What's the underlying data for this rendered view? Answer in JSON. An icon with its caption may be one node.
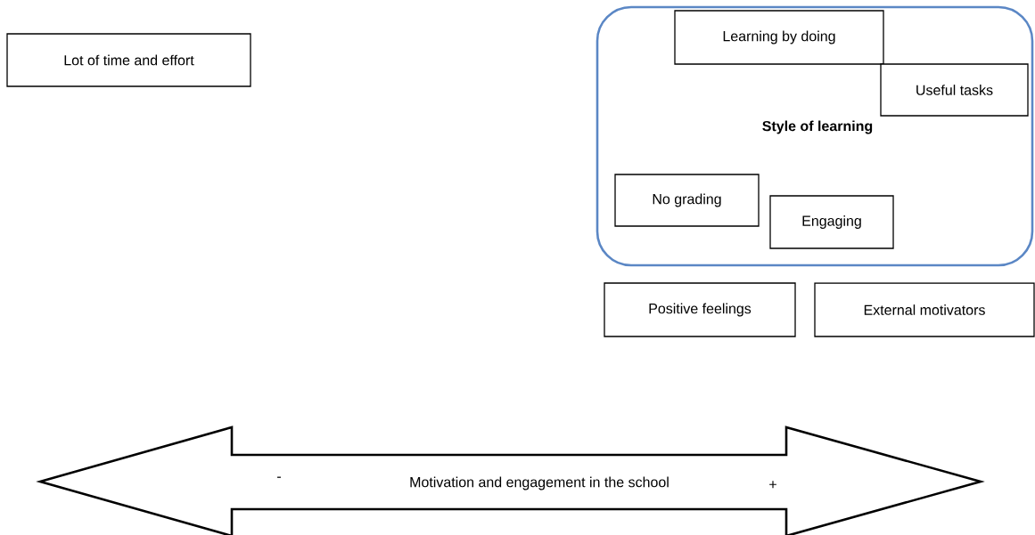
{
  "diagram": {
    "nodes": [
      {
        "text": [
          "Lot of time and effort"
        ]
      },
      {
        "text": [
          "Style of learning"
        ]
      },
      {
        "text": [
          "Learning by doing"
        ],
        "in": 1
      },
      {
        "text": [
          "Useful tasks"
        ],
        "in": 1
      },
      {
        "text": [
          "No grading"
        ],
        "in": 1
      },
      {
        "text": [
          "Engaging"
        ],
        "in": 1
      },
      {
        "text": [
          "Positive feelings"
        ]
      },
      {
        "text": [
          "External motivators"
        ]
      },
      {
        "text": [
          "-",
          "Motivation and engagement in the school",
          "+"
        ]
      }
    ]
  }
}
